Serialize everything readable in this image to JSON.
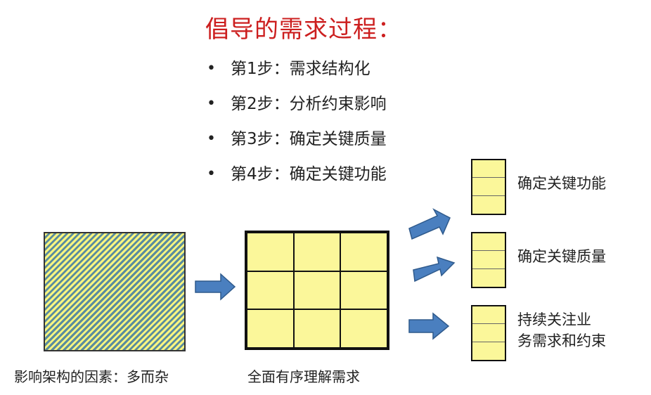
{
  "title": "倡导的需求过程：",
  "steps": [
    {
      "bullet": "•",
      "text": "第1步：需求结构化"
    },
    {
      "bullet": "•",
      "text": "第2步：分析约束影响"
    },
    {
      "bullet": "•",
      "text": "第3步：确定关键质量"
    },
    {
      "bullet": "•",
      "text": "第4步：确定关键功能"
    }
  ],
  "captions": {
    "left": "影响架构的因素：多而杂",
    "middle": "全面有序理解需求"
  },
  "outputs": [
    {
      "line1": "确定关键功能",
      "line2": ""
    },
    {
      "line1": "确定关键质量",
      "line2": ""
    },
    {
      "line1": "持续关注业",
      "line2": "务需求和约束"
    }
  ],
  "colors": {
    "title": "#cc1f1f",
    "box_fill": "#fbf79a",
    "arrow_fill": "#4a7fbf",
    "arrow_stroke": "#2f5a8c"
  }
}
